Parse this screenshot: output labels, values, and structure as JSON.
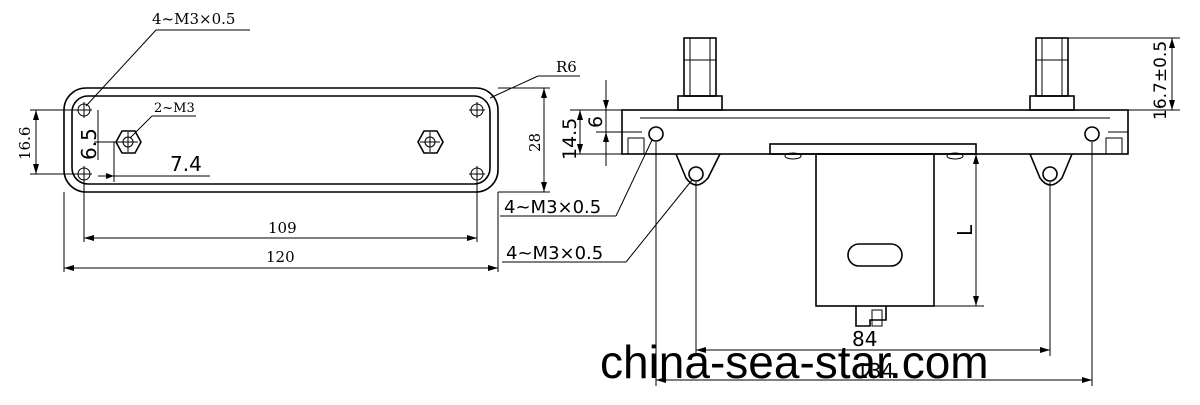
{
  "title": "Solenoid mounting drawing",
  "colors": {
    "line": "#000000",
    "background": "#ffffff"
  },
  "left_view": {
    "corner_holes": "4~M3×0.5",
    "center_holes": "2~M3",
    "radius": "R6",
    "width_outer": "120",
    "width_holes": "109",
    "height_outer": "28",
    "height_holes": "16.6",
    "hole_offset_v": "6.5",
    "hole_offset_h": "7.4"
  },
  "right_view": {
    "top_holes": "4~M3×0.5",
    "bottom_holes": "4~M3×0.5",
    "stud_height": "16.7±0.5",
    "flange_height": "14.5",
    "flange_thickness": "6",
    "length_label": "L",
    "span_inner": "84",
    "span_outer": "134"
  },
  "watermark": "china-sea-star.com"
}
